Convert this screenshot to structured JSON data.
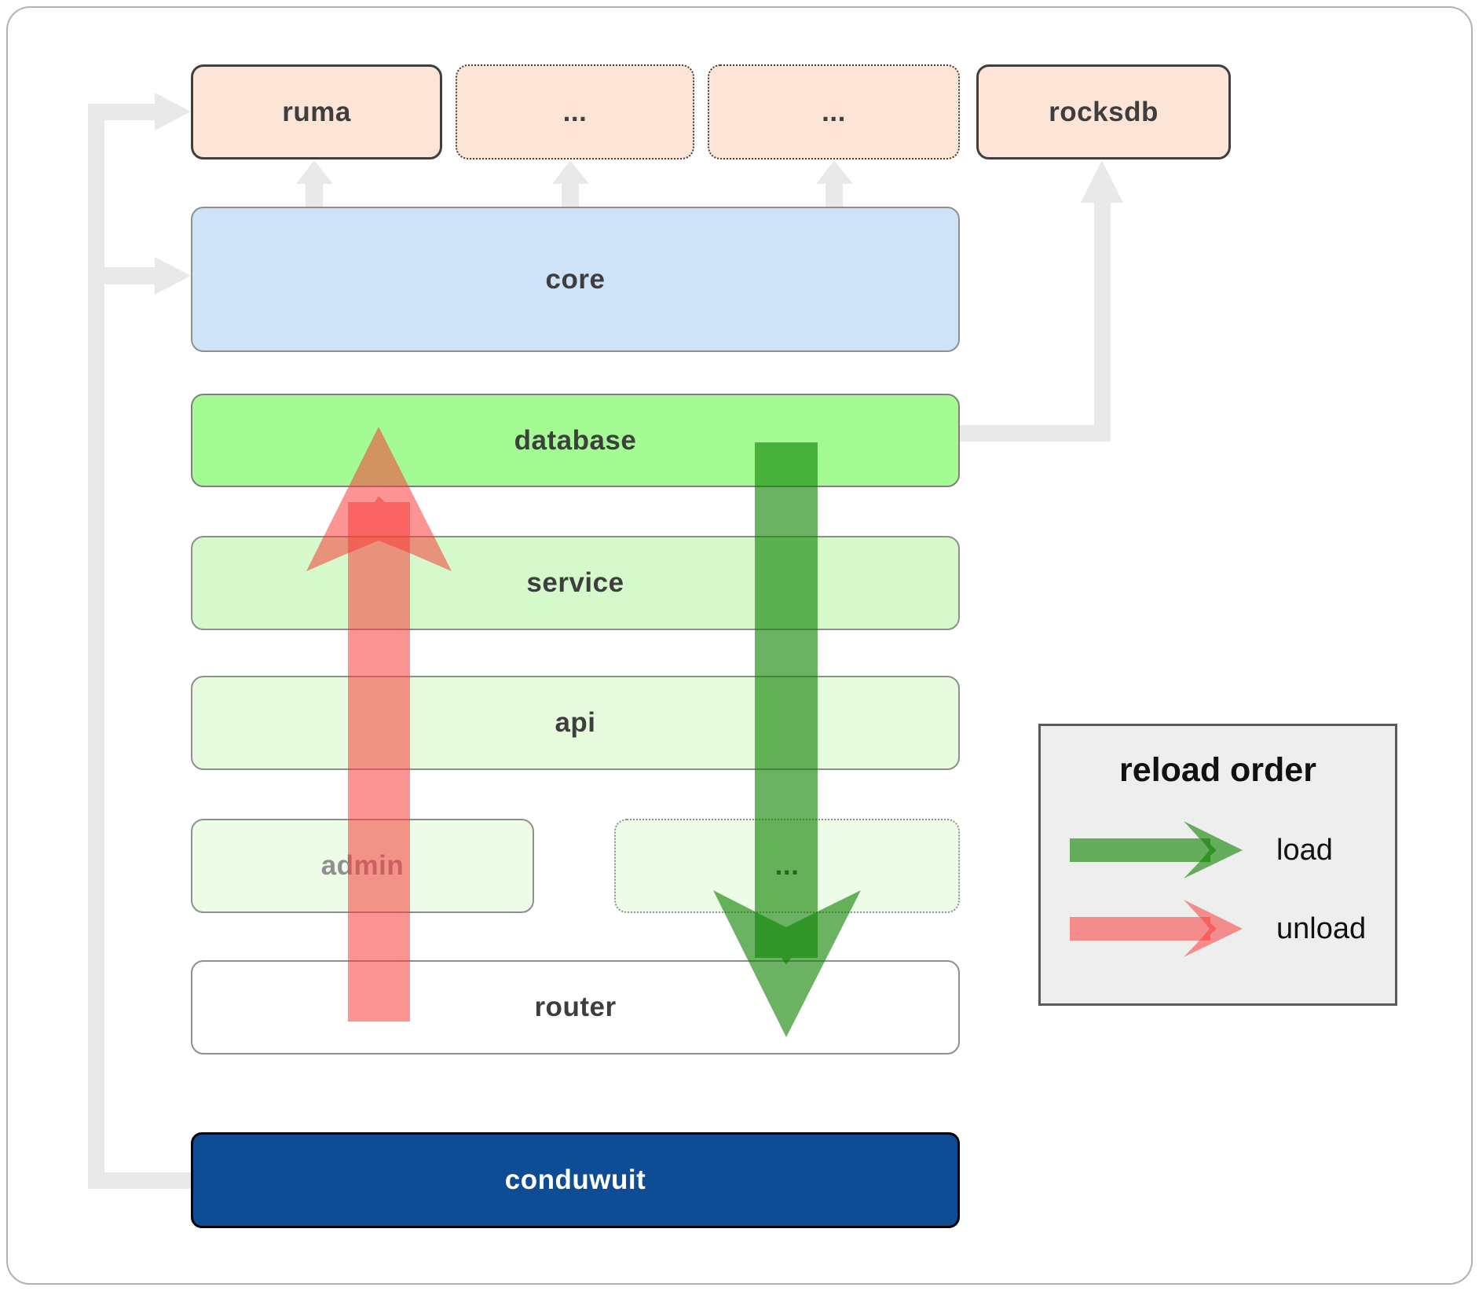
{
  "boxes": {
    "ruma": {
      "label": "ruma"
    },
    "dots_top_1": {
      "label": "..."
    },
    "dots_top_2": {
      "label": "..."
    },
    "rocksdb": {
      "label": "rocksdb"
    },
    "core": {
      "label": "core"
    },
    "database": {
      "label": "database"
    },
    "service": {
      "label": "service"
    },
    "api": {
      "label": "api"
    },
    "admin": {
      "label": "admin"
    },
    "dots_admin_row": {
      "label": "..."
    },
    "router": {
      "label": "router"
    },
    "conduwuit": {
      "label": "conduwuit"
    }
  },
  "legend": {
    "title": "reload order",
    "items": [
      {
        "label": "load",
        "color": "#108204"
      },
      {
        "label": "unload",
        "color": "#f83c3a"
      }
    ]
  },
  "colors": {
    "peach_box": "#fce5d6",
    "core_box": "#cfe3f8",
    "database_box": "#a4fb93",
    "service_box": "#d6f9cb",
    "api_box": "#e6fbdd",
    "admin_box": "#ecfce6",
    "router_box": "#ffffff",
    "conduwuit_box": "#0e4d96",
    "load_arrow": "#108204",
    "unload_arrow": "#f83c3a",
    "connector_gray": "#e9e9e9",
    "legend_bg": "#eeeeee",
    "canvas_border": "#b2b2b2"
  }
}
